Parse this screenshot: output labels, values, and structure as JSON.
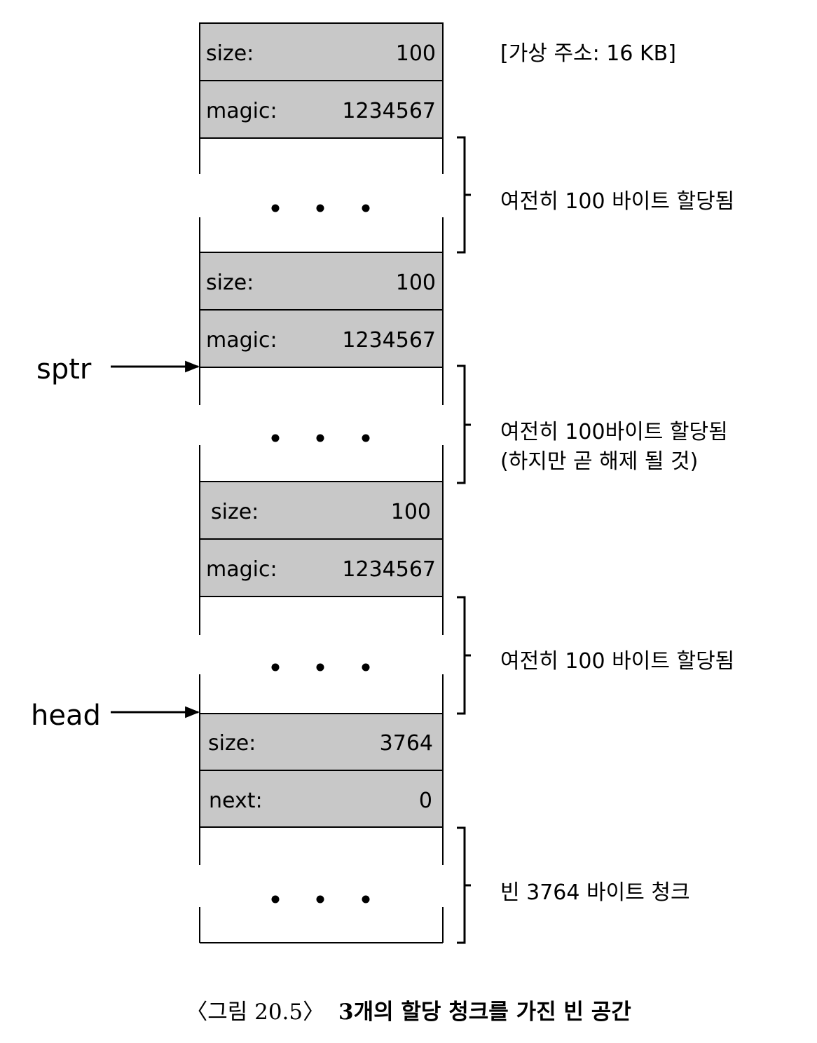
{
  "header_annotation": "[가상 주소: 16 KB]",
  "ellipsis": "• • •",
  "chunks": [
    {
      "header": [
        {
          "label": "size:",
          "value": "100"
        },
        {
          "label": "magic:",
          "value": "1234567"
        }
      ],
      "annotation": [
        "여전히 100 바이트 할당됨"
      ]
    },
    {
      "header": [
        {
          "label": "size:",
          "value": "100"
        },
        {
          "label": "magic:",
          "value": "1234567"
        }
      ],
      "annotation": [
        "여전히 100바이트 할당됨",
        "(하지만 곧 해제 될 것)"
      ]
    },
    {
      "header": [
        {
          "label": "size:",
          "value": "100"
        },
        {
          "label": "magic:",
          "value": "1234567"
        }
      ],
      "annotation": [
        "여전히 100 바이트 할당됨"
      ]
    },
    {
      "header": [
        {
          "label": "size:",
          "value": "3764"
        },
        {
          "label": "next:",
          "value": "0"
        }
      ],
      "annotation": [
        "빈 3764 바이트 청크"
      ]
    }
  ],
  "pointers": {
    "sptr": "sptr",
    "head": "head"
  },
  "caption": {
    "prefix": "〈그림 20.5〉",
    "title": "3개의 할당 청크를 가진 빈 공간"
  },
  "colors": {
    "header_fill": "#c8c8c8",
    "line": "#000000"
  }
}
